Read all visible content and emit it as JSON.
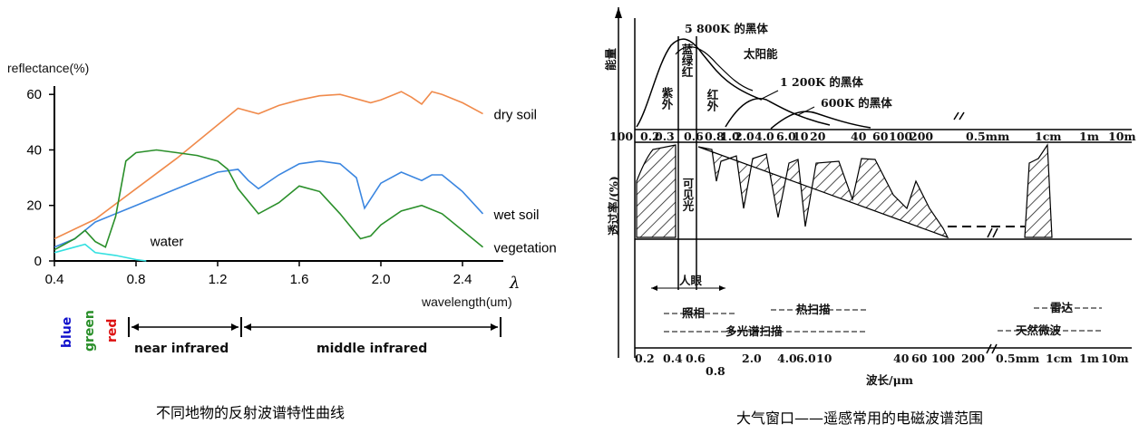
{
  "chart_data": [
    {
      "type": "line",
      "title": "",
      "ylabel": "reflectance(%)",
      "xlabel": "wavelength(um)",
      "x_symbol": "λ",
      "xlim": [
        0.4,
        2.6
      ],
      "ylim": [
        0,
        63
      ],
      "xticks": [
        "0.4",
        "0.8",
        "1.2",
        "1.6",
        "2.0",
        "2.4"
      ],
      "yticks": [
        "0",
        "20",
        "40",
        "60"
      ],
      "series": [
        {
          "name": "dry soil",
          "color": "#f08a4b",
          "points": [
            [
              0.4,
              8
            ],
            [
              0.6,
              15
            ],
            [
              0.8,
              26
            ],
            [
              1.0,
              37
            ],
            [
              1.2,
              49
            ],
            [
              1.3,
              55
            ],
            [
              1.4,
              53
            ],
            [
              1.5,
              56
            ],
            [
              1.6,
              58
            ],
            [
              1.7,
              59.5
            ],
            [
              1.8,
              60
            ],
            [
              1.9,
              58
            ],
            [
              1.95,
              57
            ],
            [
              2.0,
              58
            ],
            [
              2.1,
              61
            ],
            [
              2.15,
              59
            ],
            [
              2.2,
              56.5
            ],
            [
              2.25,
              61
            ],
            [
              2.3,
              60
            ],
            [
              2.4,
              57
            ],
            [
              2.5,
              53
            ]
          ]
        },
        {
          "name": "wet soil",
          "color": "#3b86e0",
          "points": [
            [
              0.4,
              5
            ],
            [
              0.5,
              8
            ],
            [
              0.6,
              14
            ],
            [
              0.8,
              20
            ],
            [
              1.0,
              26
            ],
            [
              1.2,
              32
            ],
            [
              1.3,
              33
            ],
            [
              1.35,
              29
            ],
            [
              1.4,
              26
            ],
            [
              1.5,
              31
            ],
            [
              1.6,
              35
            ],
            [
              1.7,
              36
            ],
            [
              1.8,
              35
            ],
            [
              1.88,
              30
            ],
            [
              1.92,
              19
            ],
            [
              2.0,
              28
            ],
            [
              2.1,
              32
            ],
            [
              2.2,
              29
            ],
            [
              2.25,
              31
            ],
            [
              2.3,
              31
            ],
            [
              2.4,
              25
            ],
            [
              2.5,
              17
            ]
          ]
        },
        {
          "name": "vegetation",
          "color": "#2a8f2a",
          "points": [
            [
              0.4,
              4
            ],
            [
              0.5,
              8
            ],
            [
              0.55,
              11
            ],
            [
              0.6,
              7
            ],
            [
              0.65,
              5
            ],
            [
              0.7,
              16
            ],
            [
              0.75,
              36
            ],
            [
              0.8,
              39
            ],
            [
              0.9,
              40
            ],
            [
              1.0,
              39
            ],
            [
              1.1,
              38
            ],
            [
              1.2,
              36
            ],
            [
              1.25,
              33
            ],
            [
              1.3,
              26
            ],
            [
              1.4,
              17
            ],
            [
              1.5,
              21
            ],
            [
              1.6,
              27
            ],
            [
              1.7,
              25
            ],
            [
              1.8,
              17
            ],
            [
              1.9,
              8
            ],
            [
              1.95,
              9
            ],
            [
              2.0,
              13
            ],
            [
              2.1,
              18
            ],
            [
              2.2,
              20
            ],
            [
              2.3,
              17
            ],
            [
              2.4,
              11
            ],
            [
              2.5,
              5
            ]
          ]
        },
        {
          "name": "water",
          "color": "#33e0e0",
          "points": [
            [
              0.4,
              3
            ],
            [
              0.5,
              5
            ],
            [
              0.55,
              6
            ],
            [
              0.6,
              3
            ],
            [
              0.7,
              2
            ],
            [
              0.8,
              0.5
            ],
            [
              0.85,
              0
            ]
          ]
        }
      ],
      "bands": [
        "blue",
        "green",
        "red"
      ],
      "band_colors": [
        "#1111cc",
        "#2a8f2a",
        "#dd1111"
      ],
      "regions": [
        "near infrared",
        "middle infrared"
      ],
      "caption": "不同地物的反射波谱特性曲线"
    },
    {
      "type": "line",
      "title": "",
      "ylabel_top": "能量",
      "ylabel_bottom": "透过率/(%)",
      "y_max_label": "100",
      "xlabel": "波长/μm",
      "x_scale": "log",
      "scale_top": [
        "0.2",
        "0.3",
        "0.6",
        "0.8",
        "1.0",
        "2.0",
        "4.0",
        "6.0",
        "10",
        "20",
        "40",
        "60",
        "100",
        "200",
        "0.5mm",
        "1cm",
        "1m",
        "10m"
      ],
      "scale_bottom": [
        "0.2",
        "0.4",
        "0.6",
        "0.8",
        "2.0",
        "4.0",
        "6.0",
        "10",
        "40",
        "60",
        "100",
        "200",
        "0.5mm",
        "1cm",
        "1m",
        "10m"
      ],
      "curve_labels": [
        "5 800K 的黑体",
        "太阳能",
        "1 200K 的黑体",
        "600K 的黑体"
      ],
      "band_labels": [
        "紫外",
        "蓝绿红",
        "红外",
        "可见光"
      ],
      "ranges": [
        "人眼",
        "照相",
        "多光谱扫描",
        "热扫描",
        "雷达",
        "天然微波"
      ],
      "caption": "大气窗口——遥感常用的电磁波谱范围"
    }
  ]
}
